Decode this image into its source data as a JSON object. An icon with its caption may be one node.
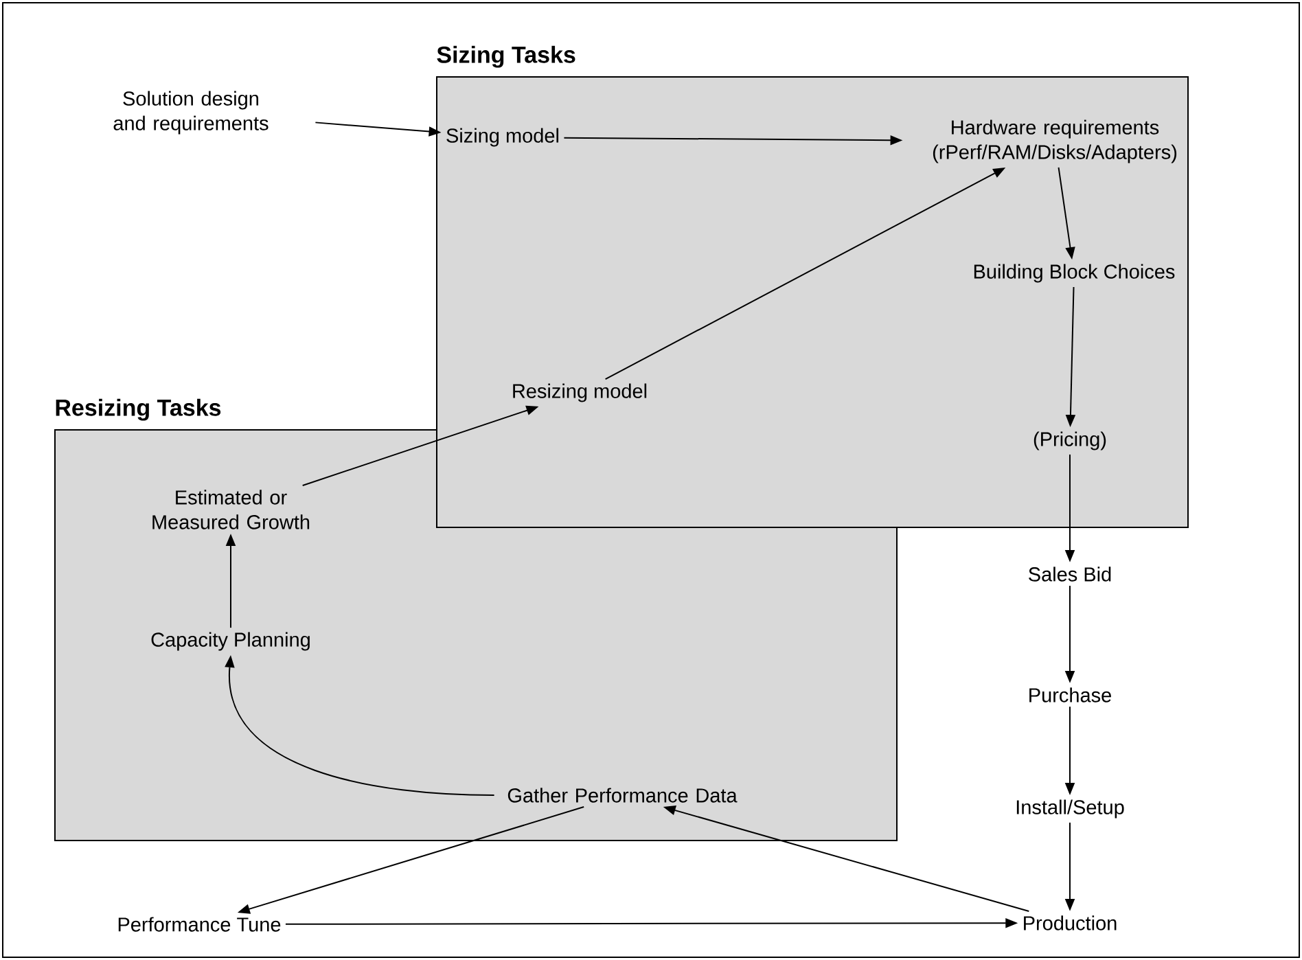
{
  "diagram": {
    "nodes": [
      {
        "text": [
          "Sizing Tasks"
        ]
      },
      {
        "text": [
          "Resizing Tasks"
        ]
      },
      {
        "text": [
          "Solution design and requirements"
        ]
      },
      {
        "text": [
          "Sizing model"
        ],
        "in": 0
      },
      {
        "text": [
          "Hardware requirements (rPerf/RAM/Disks/Adapters)"
        ],
        "in": 0
      },
      {
        "text": [
          "Building Block Choices"
        ],
        "in": 0
      },
      {
        "text": [
          "Resizing model"
        ],
        "in": 0
      },
      {
        "text": [
          "(Pricing)"
        ],
        "in": 0
      },
      {
        "text": [
          "Estimated or Measured Growth"
        ],
        "in": 1
      },
      {
        "text": [
          "Capacity Planning"
        ],
        "in": 1
      },
      {
        "text": [
          "Gather Performance Data"
        ],
        "in": 1
      },
      {
        "text": [
          "Sales Bid"
        ]
      },
      {
        "text": [
          "Purchase"
        ]
      },
      {
        "text": [
          "Install/Setup"
        ]
      },
      {
        "text": [
          "Production"
        ]
      },
      {
        "text": [
          "Performance Tune"
        ]
      }
    ],
    "edges": [
      {
        "from": 2,
        "to": 3,
        "arrow": "to"
      },
      {
        "from": 3,
        "to": 4,
        "arrow": "to"
      },
      {
        "from": 6,
        "to": 4,
        "arrow": "to"
      },
      {
        "from": 4,
        "to": 5,
        "arrow": "to"
      },
      {
        "from": 5,
        "to": 7,
        "arrow": "to"
      },
      {
        "from": 8,
        "to": 6,
        "arrow": "to"
      },
      {
        "from": 7,
        "to": 11,
        "arrow": "to"
      },
      {
        "from": 11,
        "to": 12,
        "arrow": "to"
      },
      {
        "from": 12,
        "to": 13,
        "arrow": "to"
      },
      {
        "from": 13,
        "to": 14,
        "arrow": "to"
      },
      {
        "from": 9,
        "to": 8,
        "arrow": "to"
      },
      {
        "from": 10,
        "to": 9,
        "arrow": "to"
      },
      {
        "from": 10,
        "to": 15,
        "arrow": "to"
      },
      {
        "from": 15,
        "to": 14,
        "arrow": "to"
      },
      {
        "from": 14,
        "to": 10,
        "arrow": "to"
      }
    ]
  }
}
